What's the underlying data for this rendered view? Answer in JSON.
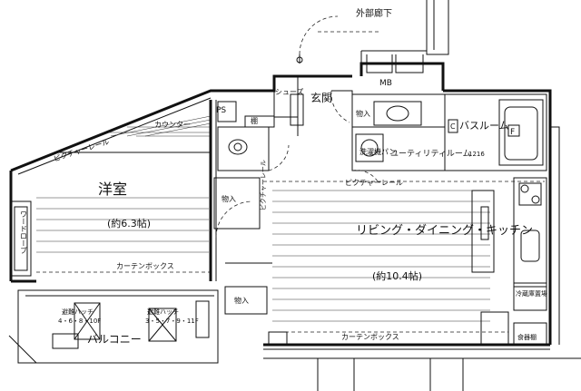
{
  "rooms": {
    "outer_corridor": "外部廊下",
    "entrance": "玄関",
    "shoe_box": "シューズ",
    "western_room": "洋室",
    "western_room_size": "(約6.3帖)",
    "wardrobe": "ワードローブ",
    "balcony": "バルコニー",
    "bath_room": "バスルーム",
    "bath_size": "1216",
    "utility_room": "ユーティリティルーム",
    "ldk": "リビング・ダイニング・キッチン",
    "ldk_size": "(約10.4帖)",
    "storage_1": "物入",
    "storage_2": "物入",
    "storage_3": "物入",
    "food_storage": "食器棚",
    "fridge_space": "冷蔵庫置場"
  },
  "labels": {
    "mb": "MB",
    "ps": "PS",
    "counter": "カウンター",
    "picture_rail_1": "ピクチャーレール",
    "picture_rail_2": "ピクチャーレール",
    "picture_rail_3": "ピクチャーレール",
    "curtain_box_1": "カーテンボックス",
    "curtain_box_2": "カーテンボックス",
    "wash_pan": "洗濯機パン",
    "hatch_1": "避難ハッチ",
    "hatch_1_floors": "4・6・8・10F",
    "hatch_2": "避難ハッチ",
    "hatch_2_floors": "3・5・7・9・11F",
    "shelf": "棚",
    "bath_f": "F",
    "bath_c": "C"
  }
}
